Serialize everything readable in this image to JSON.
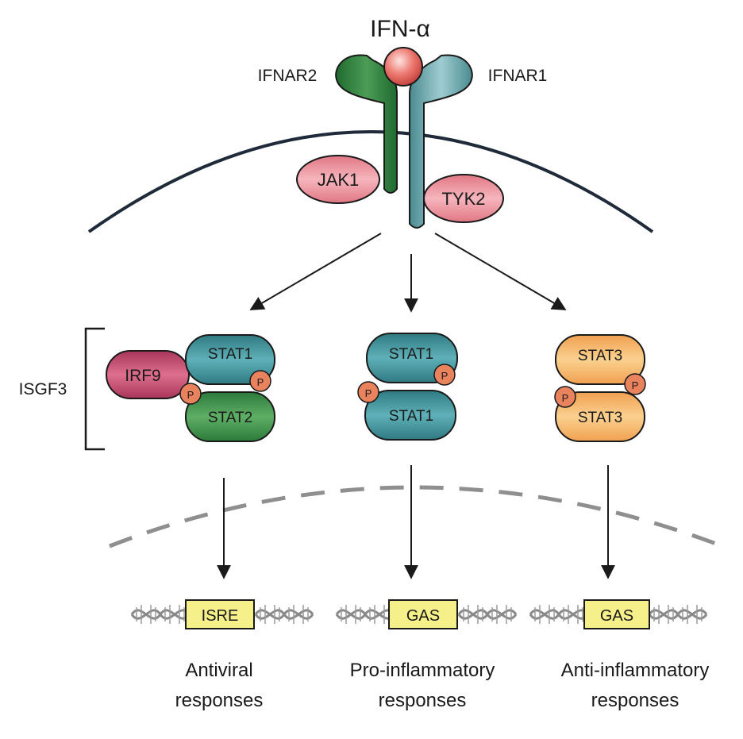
{
  "ligand": "IFN-α",
  "receptors": {
    "left": "IFNAR2",
    "right": "IFNAR1"
  },
  "kinases": {
    "left": "JAK1",
    "right": "TYK2"
  },
  "complex_label": "ISGF3",
  "phospho": "P",
  "complexes": [
    {
      "top": "STAT1",
      "bottom": "STAT2",
      "partner": "IRF9"
    },
    {
      "top": "STAT1",
      "bottom": "STAT1"
    },
    {
      "top": "STAT3",
      "bottom": "STAT3"
    }
  ],
  "elements": [
    "ISRE",
    "GAS",
    "GAS"
  ],
  "responses": [
    [
      "Antiviral",
      "responses"
    ],
    [
      "Pro-inflammatory",
      "responses"
    ],
    [
      "Anti-inflammatory",
      "responses"
    ]
  ],
  "colors": {
    "receptor_left": "#2e7d3e",
    "receptor_right": "#5e9ea3",
    "ligand": "#e36a6a",
    "kinase": "#e98a95",
    "irf9": "#c0486a",
    "stat1": "#3c8a92",
    "stat2": "#3b8a48",
    "stat3": "#f2a65a",
    "phospho": "#e9835e",
    "element": "#f5f08a"
  }
}
